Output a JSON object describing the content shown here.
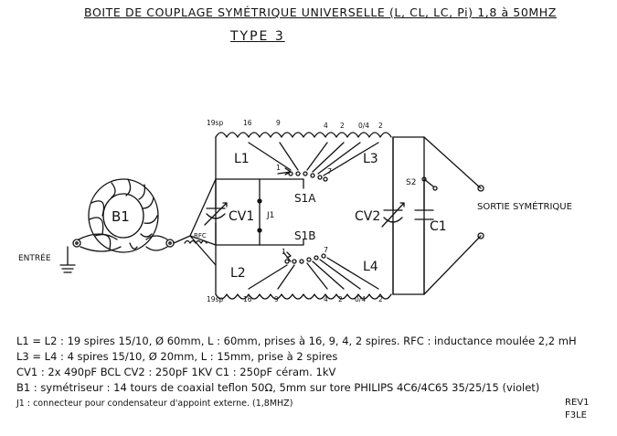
{
  "header": {
    "title": "BOITE DE COUPLAGE SYMÉTRIQUE UNIVERSELLE (L, CL, LC, Pi) 1,8 à 50MHZ",
    "subtitle": "TYPE 3"
  },
  "schematic": {
    "labels": {
      "b1": "B1",
      "entree": "ENTRÉE",
      "rfc": "RFC",
      "cv1": "CV1",
      "j1": "J1",
      "s1a": "S1A",
      "s1b": "S1B",
      "l1": "L1",
      "l2": "L2",
      "l3": "L3",
      "l4": "L4",
      "cv2": "CV2",
      "c1": "C1",
      "s2": "S2",
      "sortie": "SORTIE SYMÉTRIQUE"
    },
    "taps_top": [
      "19sp",
      "16",
      "9",
      "4",
      "2",
      "0/4",
      "2"
    ],
    "taps_bottom": [
      "19sp",
      "16",
      "9",
      "4",
      "2",
      "0/4",
      "2"
    ],
    "switch_marks": {
      "s1a_1": "1",
      "s1a_7": "7",
      "s1b_1": "1",
      "s1b_7": "7"
    }
  },
  "notes": {
    "line1": "L1 = L2 : 19 spires 15/10, Ø 60mm, L : 60mm, prises à 16, 9, 4, 2 spires. RFC : inductance moulée 2,2 mH",
    "line2": "L3 = L4 : 4 spires 15/10, Ø 20mm, L : 15mm, prise à 2 spires",
    "line3": "CV1 : 2x 490pF BCL        CV2 : 250pF 1KV        C1 : 250pF céram. 1kV",
    "line4": "B1 : symétriseur : 14 tours de coaxial teflon 50Ω, 5mm sur tore PHILIPS 4C6/4C65 35/25/15 (violet)",
    "line5": "J1 : connecteur pour condensateur d'appoint externe. (1,8MHZ)"
  },
  "revision": {
    "rev": "REV1",
    "author": "F3LE"
  }
}
